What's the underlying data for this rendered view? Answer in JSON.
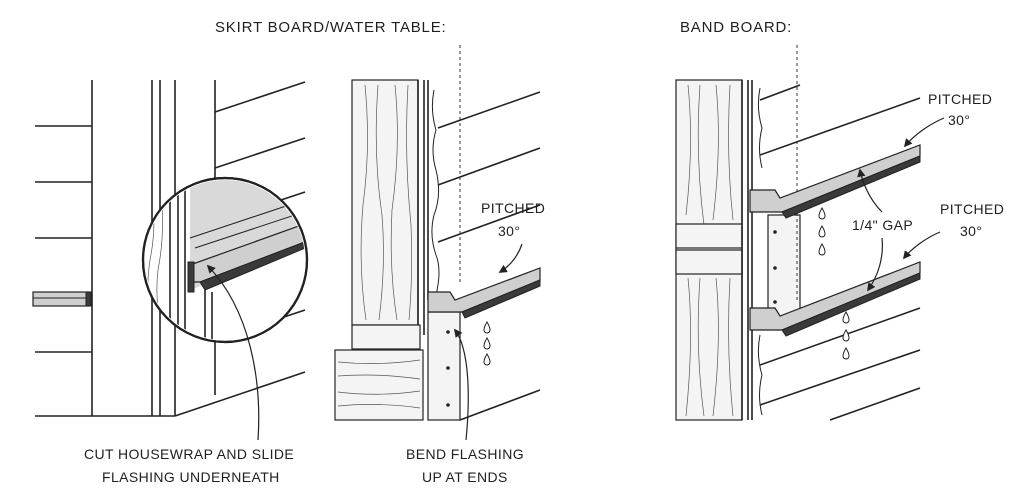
{
  "titles": {
    "skirt": "SKIRT BOARD/WATER TABLE:",
    "band": "BAND BOARD:"
  },
  "callouts": {
    "housewrap_line1": "CUT HOUSEWRAP AND SLIDE",
    "housewrap_line2": "FLASHING UNDERNEATH",
    "bend_line1": "BEND FLASHING",
    "bend_line2": "UP AT ENDS",
    "skirt_pitched": "PITCHED",
    "skirt_angle": "30°",
    "band_pitched_top": "PITCHED",
    "band_angle_top": "30°",
    "band_pitched_bottom": "PITCHED",
    "band_angle_bottom": "30°",
    "gap": "1/4\" GAP"
  }
}
